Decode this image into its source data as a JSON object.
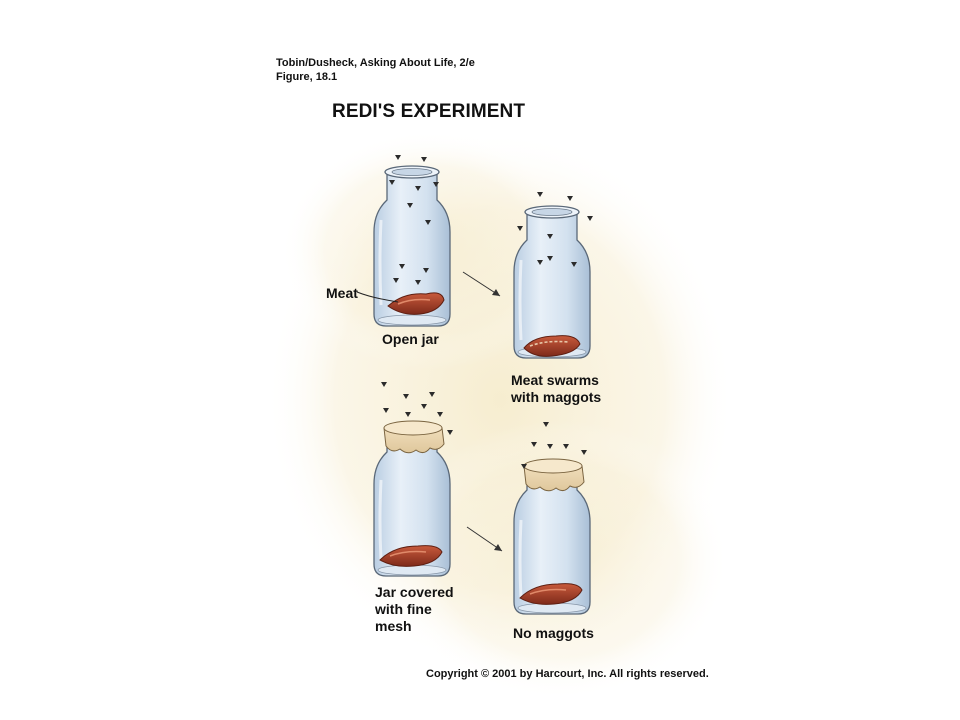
{
  "source": {
    "line1": "Tobin/Dusheck, Asking About Life, 2/e",
    "line2": "Figure, 18.1"
  },
  "title": "REDI'S EXPERIMENT",
  "labels": {
    "meat": "Meat",
    "open_jar": "Open jar",
    "meat_swarms": "Meat swarms\nwith maggots",
    "jar_covered": "Jar covered\nwith fine\nmesh",
    "no_maggots": "No maggots"
  },
  "copyright": "Copyright © 2001 by Harcourt, Inc. All rights reserved.",
  "colors": {
    "glass": "#c9d9ea",
    "glass_edge": "#5a6878",
    "meat": "#a8402a",
    "mesh": "#ecd7b0",
    "background_glow": "#f6eccd",
    "fly": "#2b2b2b"
  }
}
